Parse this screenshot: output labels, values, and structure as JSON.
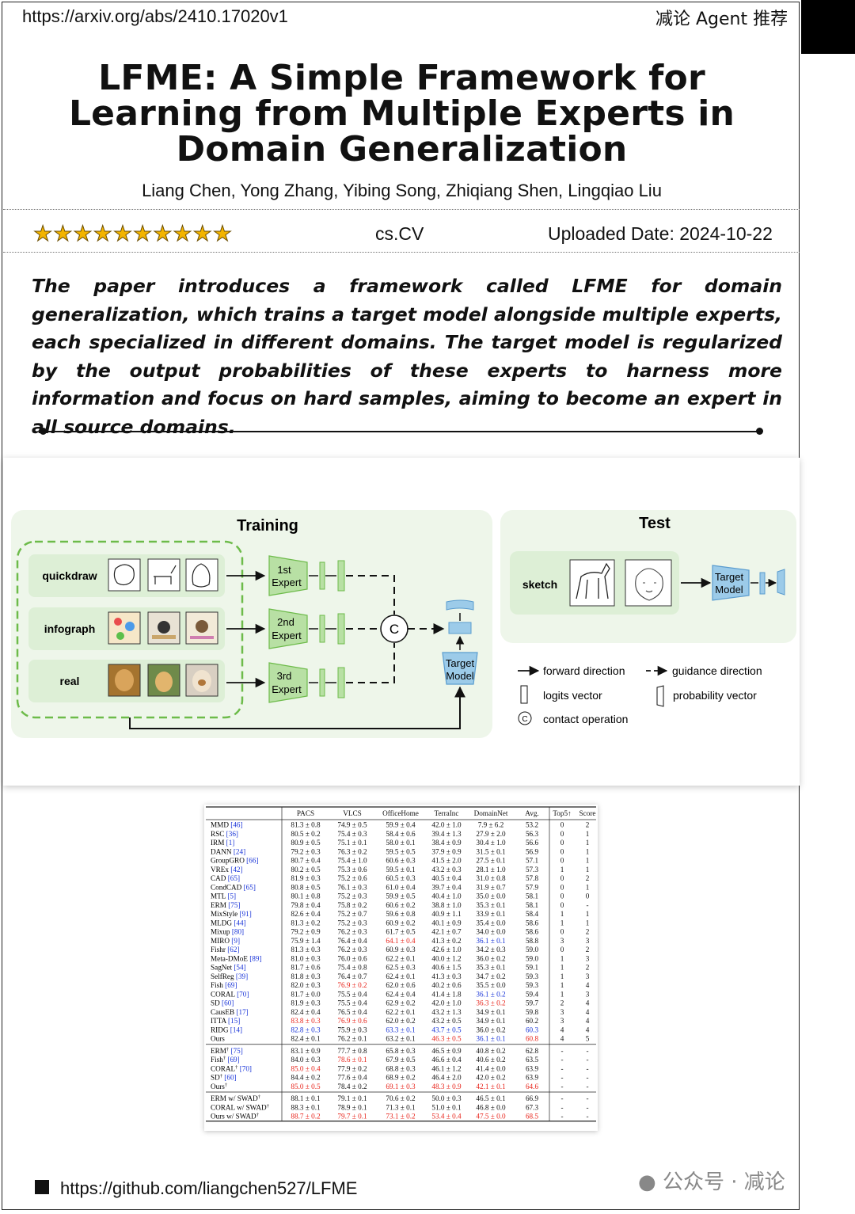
{
  "header": {
    "url": "https://arxiv.org/abs/2410.17020v1",
    "brand": "减论 Agent 推荐"
  },
  "paper": {
    "title": "LFME: A Simple Framework for Learning from Multiple Experts in Domain Generalization",
    "authors": "Liang Chen, Yong Zhang, Yibing Song, Zhiqiang Shen, Lingqiao Liu",
    "rating_stars": "★★★★★★★★★★",
    "category": "cs.CV",
    "uploaded": "Uploaded Date: 2024-10-22",
    "summary": "The paper introduces a framework called LFME for domain generalization, which trains a target model alongside multiple experts, each specialized in different domains. The target model is regularized by the output probabilities of these experts to harness more information and focus on hard samples, aiming to become an expert in all source domains."
  },
  "figure": {
    "training_title": "Training",
    "test_title": "Test",
    "domains": [
      "quickdraw",
      "infograph",
      "real"
    ],
    "experts": [
      [
        "1st",
        "Expert"
      ],
      [
        "2nd",
        "Expert"
      ],
      [
        "3rd",
        "Expert"
      ]
    ],
    "concat_symbol": "C",
    "target_model": [
      "Target",
      "Model"
    ],
    "test_domain": "sketch",
    "legend": {
      "forward": "forward direction",
      "guidance": "guidance  direction",
      "logits": "logits  vector",
      "probability": "probability  vector",
      "contact": "contact  operation",
      "contact_symbol": "C"
    }
  },
  "table": {
    "headers": [
      "",
      "PACS",
      "VLCS",
      "OfficeHome",
      "TerraInc",
      "DomainNet",
      "Avg.",
      "Top5↑",
      "Score"
    ],
    "groups": [
      [
        {
          "m": "MMD",
          "r": "[46]",
          "v": [
            "81.3 ± 0.8",
            "74.9 ± 0.5",
            "59.9 ± 0.4",
            "42.0 ± 1.0",
            "7.9 ± 6.2",
            "53.2"
          ],
          "t": "0",
          "s": "2"
        },
        {
          "m": "RSC",
          "r": "[36]",
          "v": [
            "80.5 ± 0.2",
            "75.4 ± 0.3",
            "58.4 ± 0.6",
            "39.4 ± 1.3",
            "27.9 ± 2.0",
            "56.3"
          ],
          "t": "0",
          "s": "1"
        },
        {
          "m": "IRM",
          "r": "[1]",
          "v": [
            "80.9 ± 0.5",
            "75.1 ± 0.1",
            "58.0 ± 0.1",
            "38.4 ± 0.9",
            "30.4 ± 1.0",
            "56.6"
          ],
          "t": "0",
          "s": "1"
        },
        {
          "m": "DANN",
          "r": "[24]",
          "v": [
            "79.2 ± 0.3",
            "76.3 ± 0.2",
            "59.5 ± 0.5",
            "37.9 ± 0.9",
            "31.5 ± 0.1",
            "56.9"
          ],
          "t": "0",
          "s": "1"
        },
        {
          "m": "GroupGRO",
          "r": "[66]",
          "v": [
            "80.7 ± 0.4",
            "75.4 ± 1.0",
            "60.6 ± 0.3",
            "41.5 ± 2.0",
            "27.5 ± 0.1",
            "57.1"
          ],
          "t": "0",
          "s": "1"
        },
        {
          "m": "VREx",
          "r": "[42]",
          "v": [
            "80.2 ± 0.5",
            "75.3 ± 0.6",
            "59.5 ± 0.1",
            "43.2 ± 0.3",
            "28.1 ± 1.0",
            "57.3"
          ],
          "t": "1",
          "s": "1"
        },
        {
          "m": "CAD",
          "r": "[65]",
          "v": [
            "81.9 ± 0.3",
            "75.2 ± 0.6",
            "60.5 ± 0.3",
            "40.5 ± 0.4",
            "31.0 ± 0.8",
            "57.8"
          ],
          "t": "0",
          "s": "2"
        },
        {
          "m": "CondCAD",
          "r": "[65]",
          "v": [
            "80.8 ± 0.5",
            "76.1 ± 0.3",
            "61.0 ± 0.4",
            "39.7 ± 0.4",
            "31.9 ± 0.7",
            "57.9"
          ],
          "t": "0",
          "s": "1"
        },
        {
          "m": "MTL",
          "r": "[5]",
          "v": [
            "80.1 ± 0.8",
            "75.2 ± 0.3",
            "59.9 ± 0.5",
            "40.4 ± 1.0",
            "35.0 ± 0.0",
            "58.1"
          ],
          "t": "0",
          "s": "0"
        },
        {
          "m": "ERM",
          "r": "[75]",
          "v": [
            "79.8 ± 0.4",
            "75.8 ± 0.2",
            "60.6 ± 0.2",
            "38.8 ± 1.0",
            "35.3 ± 0.1",
            "58.1"
          ],
          "t": "0",
          "s": "-"
        },
        {
          "m": "MixStyle",
          "r": "[91]",
          "v": [
            "82.6 ± 0.4",
            "75.2 ± 0.7",
            "59.6 ± 0.8",
            "40.9 ± 1.1",
            "33.9 ± 0.1",
            "58.4"
          ],
          "t": "1",
          "s": "1"
        },
        {
          "m": "MLDG",
          "r": "[44]",
          "v": [
            "81.3 ± 0.2",
            "75.2 ± 0.3",
            "60.9 ± 0.2",
            "40.1 ± 0.9",
            "35.4 ± 0.0",
            "58.6"
          ],
          "t": "1",
          "s": "1"
        },
        {
          "m": "Mixup",
          "r": "[80]",
          "v": [
            "79.2 ± 0.9",
            "76.2 ± 0.3",
            "61.7 ± 0.5",
            "42.1 ± 0.7",
            "34.0 ± 0.0",
            "58.6"
          ],
          "t": "0",
          "s": "2"
        },
        {
          "m": "MIRO",
          "r": "[9]",
          "v": [
            "75.9 ± 1.4",
            "76.4 ± 0.4",
            "64.1 ± 0.4",
            "41.3 ± 0.2",
            "36.1 ± 0.1",
            "58.8"
          ],
          "t": "3",
          "s": "3",
          "c": {
            "2": "r",
            "4": "b"
          }
        },
        {
          "m": "Fishr",
          "r": "[62]",
          "v": [
            "81.3 ± 0.3",
            "76.2 ± 0.3",
            "60.9 ± 0.3",
            "42.6 ± 1.0",
            "34.2 ± 0.3",
            "59.0"
          ],
          "t": "0",
          "s": "2"
        },
        {
          "m": "Meta-DMoE",
          "r": "[89]",
          "v": [
            "81.0 ± 0.3",
            "76.0 ± 0.6",
            "62.2 ± 0.1",
            "40.0 ± 1.2",
            "36.0 ± 0.2",
            "59.0"
          ],
          "t": "1",
          "s": "3"
        },
        {
          "m": "SagNet",
          "r": "[54]",
          "v": [
            "81.7 ± 0.6",
            "75.4 ± 0.8",
            "62.5 ± 0.3",
            "40.6 ± 1.5",
            "35.3 ± 0.1",
            "59.1"
          ],
          "t": "1",
          "s": "2"
        },
        {
          "m": "SelfReg",
          "r": "[39]",
          "v": [
            "81.8 ± 0.3",
            "76.4 ± 0.7",
            "62.4 ± 0.1",
            "41.3 ± 0.3",
            "34.7 ± 0.2",
            "59.3"
          ],
          "t": "1",
          "s": "3"
        },
        {
          "m": "Fish",
          "r": "[69]",
          "v": [
            "82.0 ± 0.3",
            "76.9 ± 0.2",
            "62.0 ± 0.6",
            "40.2 ± 0.6",
            "35.5 ± 0.0",
            "59.3"
          ],
          "t": "1",
          "s": "4",
          "c": {
            "1": "r"
          }
        },
        {
          "m": "CORAL",
          "r": "[70]",
          "v": [
            "81.7 ± 0.0",
            "75.5 ± 0.4",
            "62.4 ± 0.4",
            "41.4 ± 1.8",
            "36.1 ± 0.2",
            "59.4"
          ],
          "t": "1",
          "s": "3",
          "c": {
            "4": "b"
          }
        },
        {
          "m": "SD",
          "r": "[60]",
          "v": [
            "81.9 ± 0.3",
            "75.5 ± 0.4",
            "62.9 ± 0.2",
            "42.0 ± 1.0",
            "36.3 ± 0.2",
            "59.7"
          ],
          "t": "2",
          "s": "4",
          "c": {
            "4": "r"
          }
        },
        {
          "m": "CausEB",
          "r": "[17]",
          "v": [
            "82.4 ± 0.4",
            "76.5 ± 0.4",
            "62.2 ± 0.1",
            "43.2 ± 1.3",
            "34.9 ± 0.1",
            "59.8"
          ],
          "t": "3",
          "s": "4"
        },
        {
          "m": "ITTA",
          "r": "[15]",
          "v": [
            "83.8 ± 0.3",
            "76.9 ± 0.6",
            "62.0 ± 0.2",
            "43.2 ± 0.5",
            "34.9 ± 0.1",
            "60.2"
          ],
          "t": "3",
          "s": "4",
          "c": {
            "0": "r",
            "1": "r"
          }
        },
        {
          "m": "RIDG",
          "r": "[14]",
          "v": [
            "82.8 ± 0.3",
            "75.9 ± 0.3",
            "63.3 ± 0.1",
            "43.7 ± 0.5",
            "36.0 ± 0.2",
            "60.3"
          ],
          "t": "4",
          "s": "4",
          "c": {
            "0": "b",
            "2": "b",
            "3": "b",
            "5": "b"
          }
        },
        {
          "m": "Ours",
          "r": "",
          "v": [
            "82.4 ± 0.1",
            "76.2 ± 0.1",
            "63.2 ± 0.1",
            "46.3 ± 0.5",
            "36.1 ± 0.1",
            "60.8"
          ],
          "t": "4",
          "s": "5",
          "c": {
            "3": "r",
            "4": "b",
            "5": "r"
          }
        }
      ],
      [
        {
          "m": "ERM",
          "sup": "†",
          "r": "[75]",
          "v": [
            "83.1 ± 0.9",
            "77.7 ± 0.8",
            "65.8 ± 0.3",
            "46.5 ± 0.9",
            "40.8 ± 0.2",
            "62.8"
          ],
          "t": "-",
          "s": "-"
        },
        {
          "m": "Fish",
          "sup": "†",
          "r": "[69]",
          "v": [
            "84.0 ± 0.3",
            "78.6 ± 0.1",
            "67.9 ± 0.5",
            "46.6 ± 0.4",
            "40.6 ± 0.2",
            "63.5"
          ],
          "t": "-",
          "s": "-",
          "c": {
            "1": "r"
          }
        },
        {
          "m": "CORAL",
          "sup": "†",
          "r": "[70]",
          "v": [
            "85.0 ± 0.4",
            "77.9 ± 0.2",
            "68.8 ± 0.3",
            "46.1 ± 1.2",
            "41.4 ± 0.0",
            "63.9"
          ],
          "t": "-",
          "s": "-",
          "c": {
            "0": "r"
          }
        },
        {
          "m": "SD",
          "sup": "†",
          "r": "[60]",
          "v": [
            "84.4 ± 0.2",
            "77.6 ± 0.4",
            "68.9 ± 0.2",
            "46.4 ± 2.0",
            "42.0 ± 0.2",
            "63.9"
          ],
          "t": "-",
          "s": "-"
        },
        {
          "m": "Ours",
          "sup": "†",
          "r": "",
          "v": [
            "85.0 ± 0.5",
            "78.4 ± 0.2",
            "69.1 ± 0.3",
            "48.3 ± 0.9",
            "42.1 ± 0.1",
            "64.6"
          ],
          "t": "-",
          "s": "-",
          "c": {
            "0": "r",
            "2": "r",
            "3": "r",
            "4": "r",
            "5": "r"
          }
        }
      ],
      [
        {
          "m": "ERM w/ SWAD",
          "sup": "†",
          "r": "",
          "v": [
            "88.1 ± 0.1",
            "79.1 ± 0.1",
            "70.6 ± 0.2",
            "50.0 ± 0.3",
            "46.5 ± 0.1",
            "66.9"
          ],
          "t": "-",
          "s": "-"
        },
        {
          "m": "CORAL w/ SWAD",
          "sup": "†",
          "r": "",
          "v": [
            "88.3 ± 0.1",
            "78.9 ± 0.1",
            "71.3 ± 0.1",
            "51.0 ± 0.1",
            "46.8 ± 0.0",
            "67.3"
          ],
          "t": "-",
          "s": "-"
        },
        {
          "m": "Ours w/ SWAD",
          "sup": "†",
          "r": "",
          "v": [
            "88.7 ± 0.2",
            "79.7 ± 0.1",
            "73.1 ± 0.2",
            "53.4 ± 0.4",
            "47.5 ± 0.0",
            "68.5"
          ],
          "t": "-",
          "s": "-",
          "c": {
            "0": "r",
            "1": "r",
            "2": "r",
            "3": "r",
            "4": "r",
            "5": "r"
          }
        }
      ]
    ]
  },
  "footer": {
    "github": "https://github.com/liangchen527/LFME",
    "wechat": "公众号 · 减论"
  },
  "colors": {
    "panel_green": "#eef6ea",
    "inner_green": "#ddefd6",
    "dashed_green": "#6dbb4a",
    "expert_green": "#b8e0a4",
    "target_blue": "#9ccbe9",
    "star_gold": "#f3b400",
    "best_red": "#e8231a",
    "second_blue": "#1a35d8"
  }
}
